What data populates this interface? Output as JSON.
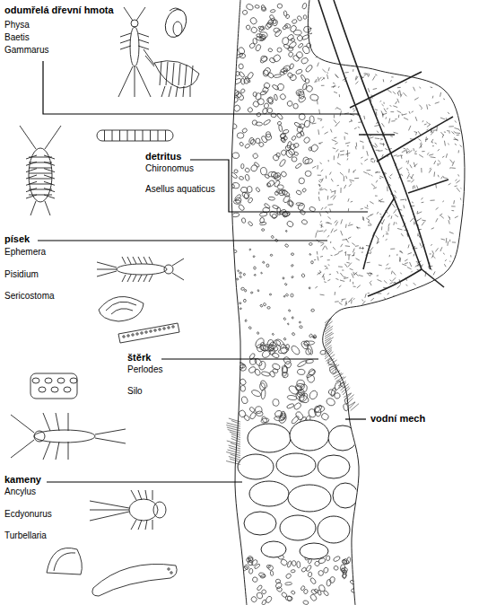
{
  "diagram": {
    "labels": [
      "odumřelá dřevní hmota",
      "Physa",
      "Baetis",
      "Gammarus",
      "detritus",
      "Chironomus",
      "Asellus aquaticus",
      "písek",
      "Ephemera",
      "Pisidium",
      "Sericostoma",
      "štěrk",
      "Perlodes",
      "Silo",
      "vodní mech",
      "kameny",
      "Ancylus",
      "Ecdyonurus",
      "Turbellaria"
    ]
  }
}
